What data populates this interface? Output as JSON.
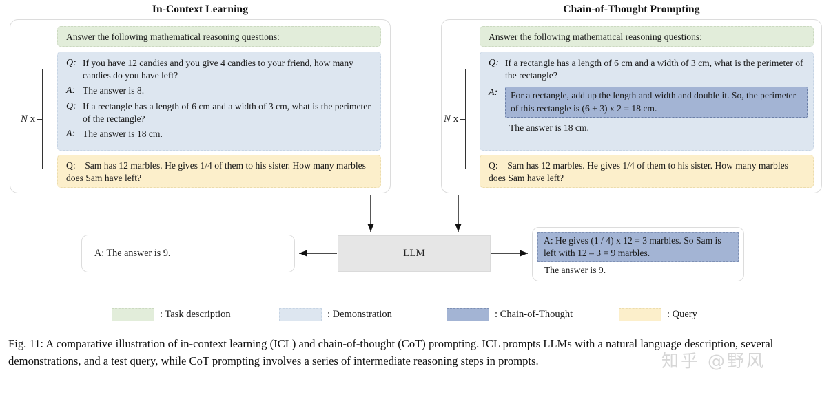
{
  "figure": {
    "caption": "Fig. 11: A comparative illustration of in-context learning (ICL) and chain-of-thought (CoT) prompting. ICL prompts LLMs with a natural language description, several demonstrations, and a test query, while CoT prompting involves a series of intermediate reasoning steps in prompts.",
    "watermark": "知乎 @野风"
  },
  "panels": {
    "icl": {
      "title": "In-Context Learning",
      "repeat_label_italic": "N",
      "repeat_label_suffix": " x",
      "task_description": "Answer the following mathematical reasoning questions:",
      "demonstrations": [
        {
          "label": "Q:",
          "text": "If you have 12 candies and you give 4 candies to your friend, how many candies do you have left?"
        },
        {
          "label": "A:",
          "text": "The answer is 8."
        },
        {
          "label": "Q:",
          "text": "If a rectangle has a length of 6 cm and a width of 3 cm, what is the perimeter of the rectangle?"
        },
        {
          "label": "A:",
          "text": "The answer is 18 cm."
        }
      ],
      "query": "Q: Sam has 12 marbles. He gives 1/4 of them to his sister. How many marbles does Sam have left?"
    },
    "cot": {
      "title": "Chain-of-Thought Prompting",
      "repeat_label_italic": "N",
      "repeat_label_suffix": " x",
      "task_description": "Answer the following mathematical reasoning questions:",
      "demo_question_label": "Q:",
      "demo_question_text": "If a rectangle has a length of 6 cm and a width of 3 cm, what is the perimeter of the rectangle?",
      "demo_answer_label": "A:",
      "demo_answer_cot": "For a rectangle, add up the length and width and double it. So, the perimeter of this rectangle is (6 + 3) x 2 = 18 cm.",
      "demo_answer_tail": "The answer is 18 cm.",
      "query": "Q: Sam has 12 marbles. He gives 1/4 of them to his sister. How many marbles does Sam have left?"
    }
  },
  "model": {
    "label": "LLM"
  },
  "outputs": {
    "icl_answer": "A:  The answer is 9.",
    "cot_reasoning": "A: He gives (1 / 4) x 12 = 3 marbles. So Sam is left with 12 – 3 = 9 marbles.",
    "cot_answer": "The answer is 9."
  },
  "legend": {
    "items": [
      {
        "label": ": Task description",
        "color": "#e2edda"
      },
      {
        "label": ": Demonstration",
        "color": "#dde6f0"
      },
      {
        "label": ": Chain-of-Thought",
        "color": "#a3b4d4"
      },
      {
        "label": ": Query",
        "color": "#fcefcb"
      }
    ]
  }
}
